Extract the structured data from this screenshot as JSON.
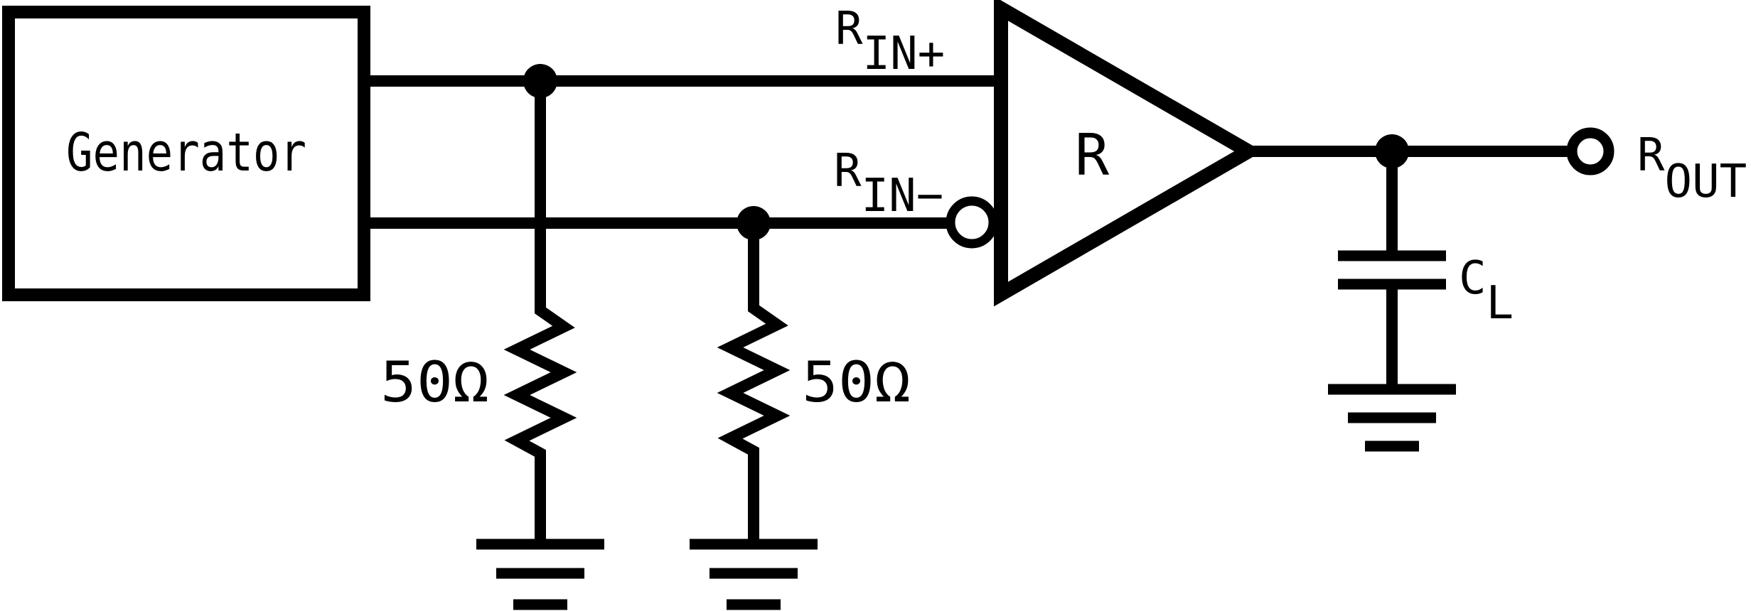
{
  "figure": {
    "background": "#ffffff",
    "ink": "#000000"
  },
  "generator": {
    "label": "Generator"
  },
  "terminations": {
    "r1_label": "50Ω",
    "r2_label": "50Ω"
  },
  "receiver": {
    "label": "R",
    "input_pos_base": "R",
    "input_pos_sub": "IN+",
    "input_neg_base": "R",
    "input_neg_sub": "IN−"
  },
  "output": {
    "terminal_base": "R",
    "terminal_sub": "OUT",
    "cap_base": "C",
    "cap_sub": "L"
  }
}
